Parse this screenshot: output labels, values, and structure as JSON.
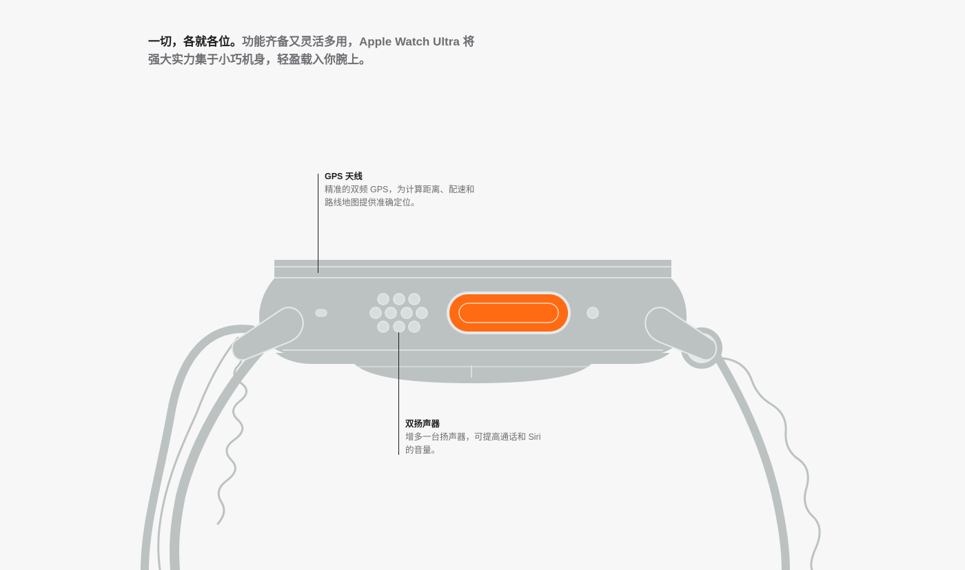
{
  "intro": {
    "lead": "一切，各就各位。",
    "body": "功能齐备又灵活多用，Apple Watch Ultra 将强大实力集于小巧机身，轻盈载入你腕上。"
  },
  "callouts": {
    "gps": {
      "title": "GPS 天线",
      "description": "精准的双频 GPS，为计算距离、配速和路线地图提供准确定位。"
    },
    "speaker": {
      "title": "双扬声器",
      "description": "增多一台扬声器，可提高通话和 Siri 的音量。"
    }
  },
  "colors": {
    "background": "#f7f7f7",
    "case": "#bcc2c2",
    "case_highlight": "#e6e9e9",
    "action_button": "#ff6b13",
    "heading": "#1d1d1f",
    "body_text": "#6e6e73"
  },
  "illustration": {
    "icon": "apple-watch-ultra-side-view-icon"
  }
}
